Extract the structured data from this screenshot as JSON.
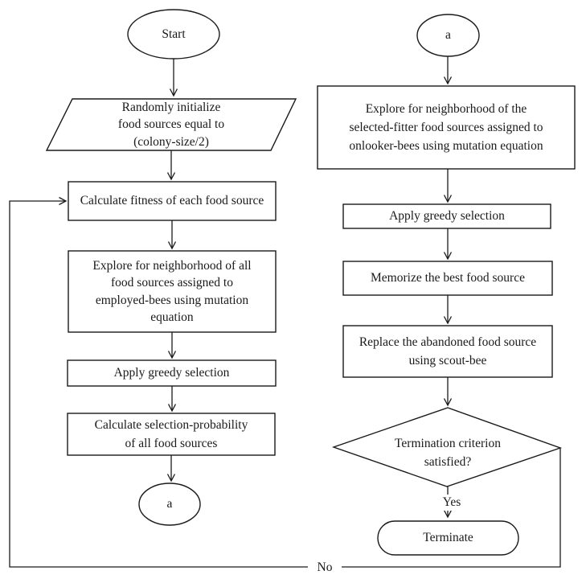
{
  "diagram": {
    "colors": {
      "stroke": "#1a1a1a",
      "text": "#1a1a1a",
      "background": "#ffffff"
    },
    "nodes": {
      "start": {
        "type": "terminator",
        "label": "Start"
      },
      "init": {
        "type": "input-parallelogram",
        "label": "Randomly initialize\nfood sources equal to\n(colony-size/2)"
      },
      "calc_fitness": {
        "type": "process",
        "label": "Calculate fitness of each food source"
      },
      "explore_employed": {
        "type": "process",
        "label": "Explore for neighborhood of all\nfood sources assigned to\nemployed-bees using mutation\nequation"
      },
      "apply_greedy_1": {
        "type": "process",
        "label": "Apply greedy selection"
      },
      "calc_selection": {
        "type": "process",
        "label": "Calculate selection-probability\nof all food sources"
      },
      "connector_a_left": {
        "type": "connector",
        "label": "a"
      },
      "connector_a_right": {
        "type": "connector",
        "label": "a"
      },
      "explore_onlooker": {
        "type": "process",
        "label": "Explore for neighborhood of the\nselected-fitter food sources assigned to\nonlooker-bees using mutation equation"
      },
      "apply_greedy_2": {
        "type": "process",
        "label": "Apply greedy selection"
      },
      "memorize": {
        "type": "process",
        "label": "Memorize the best food source"
      },
      "replace": {
        "type": "process",
        "label": "Replace the abandoned food source\nusing scout-bee"
      },
      "termination": {
        "type": "decision",
        "label": "Termination criterion\nsatisfied?"
      },
      "terminate": {
        "type": "terminator",
        "label": "Terminate"
      }
    },
    "edge_labels": {
      "yes": "Yes",
      "no": "No"
    },
    "edges": [
      {
        "from": "start",
        "to": "init"
      },
      {
        "from": "init",
        "to": "calc_fitness"
      },
      {
        "from": "calc_fitness",
        "to": "explore_employed"
      },
      {
        "from": "explore_employed",
        "to": "apply_greedy_1"
      },
      {
        "from": "apply_greedy_1",
        "to": "calc_selection"
      },
      {
        "from": "calc_selection",
        "to": "connector_a_left"
      },
      {
        "from": "connector_a_right",
        "to": "explore_onlooker"
      },
      {
        "from": "explore_onlooker",
        "to": "apply_greedy_2"
      },
      {
        "from": "apply_greedy_2",
        "to": "memorize"
      },
      {
        "from": "memorize",
        "to": "replace"
      },
      {
        "from": "replace",
        "to": "termination"
      },
      {
        "from": "termination",
        "to": "terminate",
        "label": "Yes"
      },
      {
        "from": "termination",
        "to": "calc_fitness",
        "label": "No"
      }
    ]
  }
}
